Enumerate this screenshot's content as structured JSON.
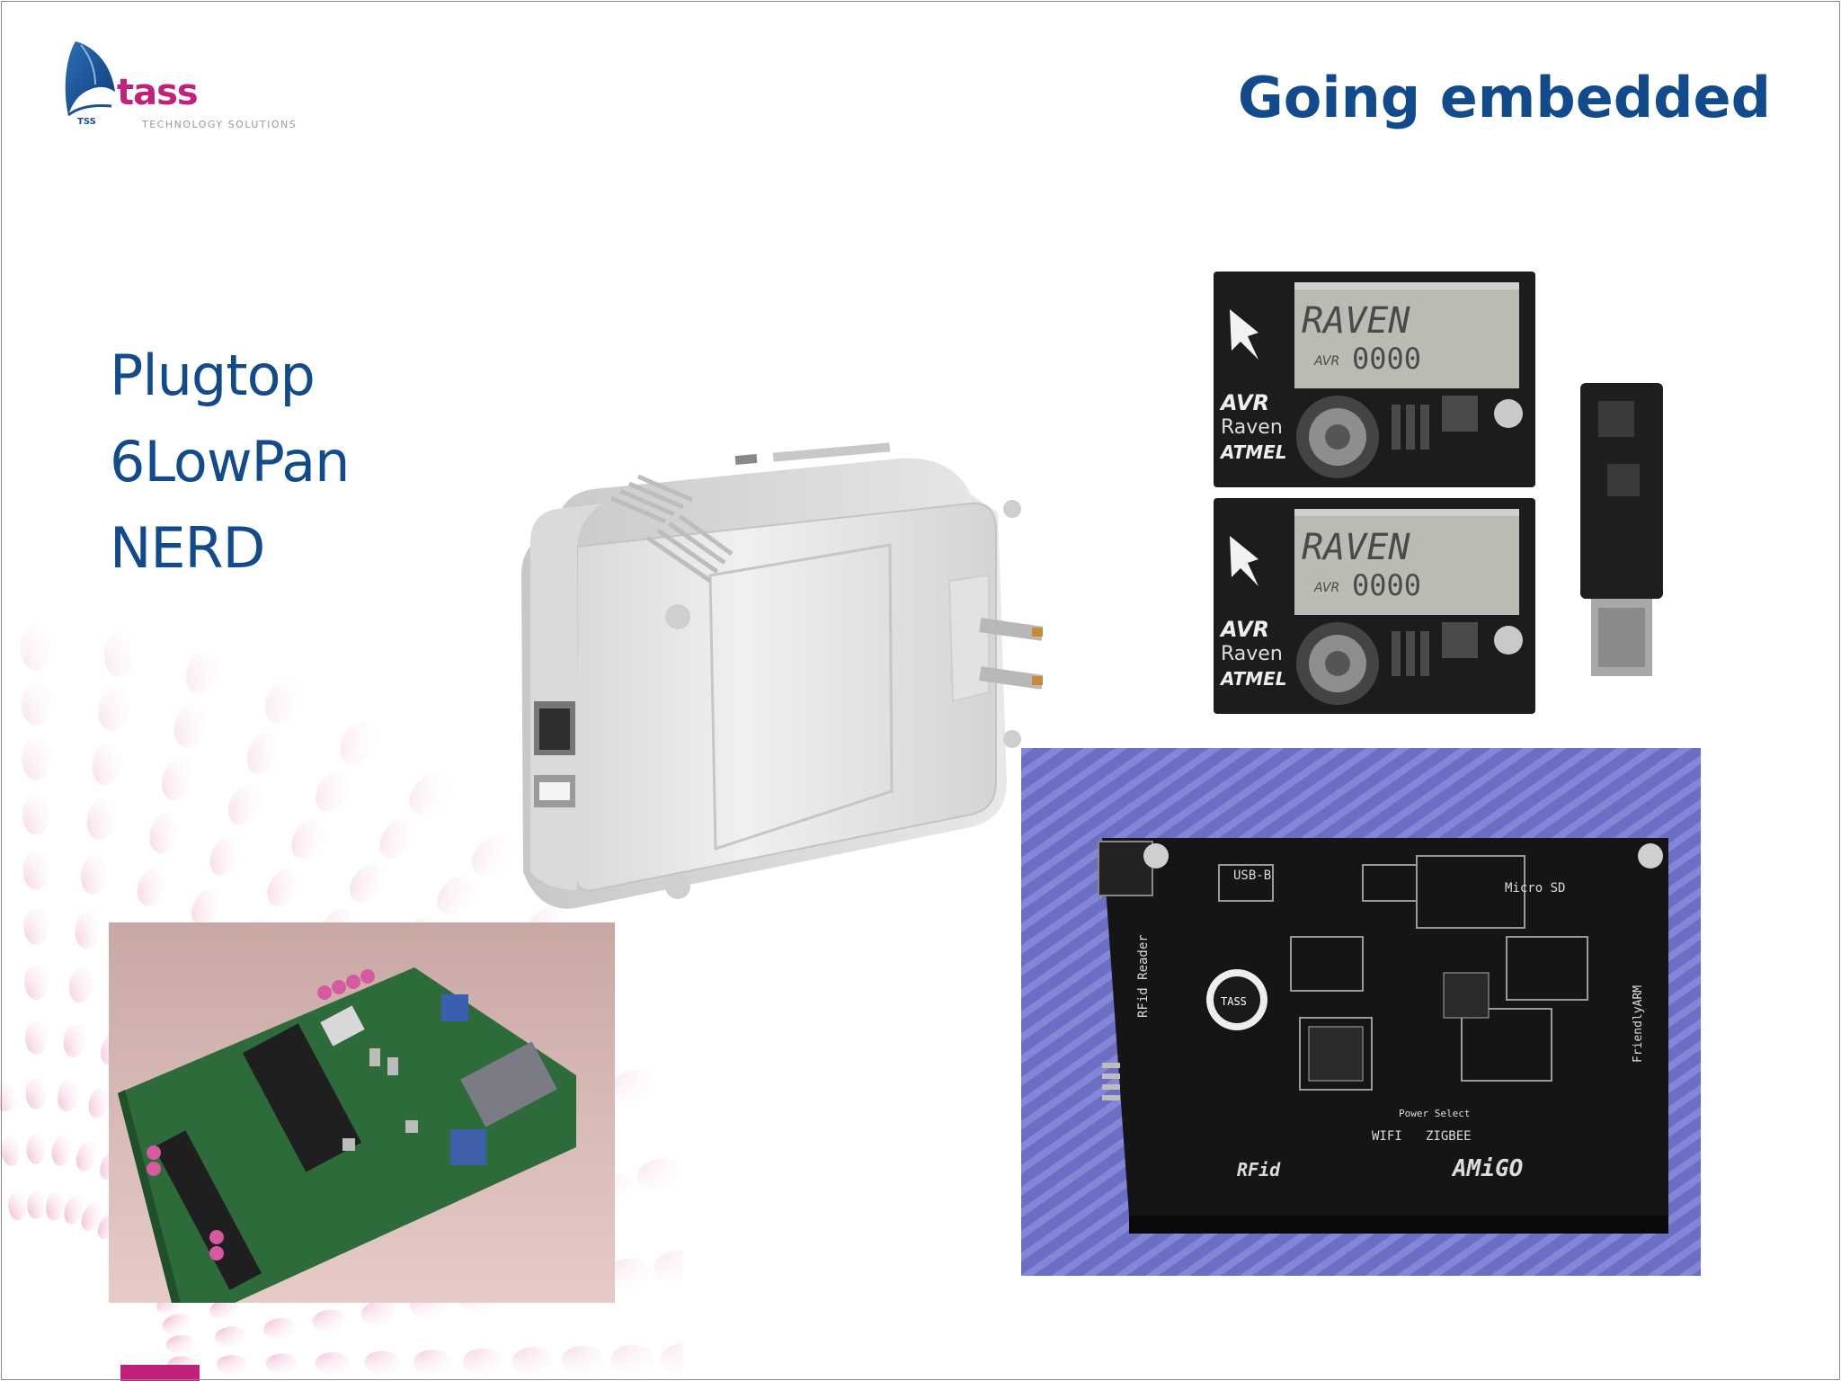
{
  "logo": {
    "wordmark": "tass",
    "badge": "TSS",
    "tagline": "TECHNOLOGY SOLUTIONS",
    "colors": {
      "wordmark": "#c0217a",
      "swoosh": "#1d5191"
    }
  },
  "slide": {
    "title": "Going embedded",
    "bullets": [
      "Plugtop",
      "6LowPan",
      "NERD"
    ]
  },
  "photos": {
    "raven": {
      "lcd_text": "RAVEN",
      "lcd_digits": "0000",
      "lcd_small": "AVR",
      "brand": "AVR",
      "model": "Raven",
      "maker": "ATMEL"
    },
    "amigo": {
      "labels": [
        "USB-B",
        "Micro SD",
        "RFid Reader",
        "WIFI",
        "ZIGBEE",
        "Power Select",
        "FriendlyARM",
        "TASS",
        "RFid",
        "AMiGO"
      ]
    }
  },
  "colors": {
    "title": "#124b8c",
    "accent_pink": "#c0217a",
    "amigo_background": "#6d6fc7"
  }
}
